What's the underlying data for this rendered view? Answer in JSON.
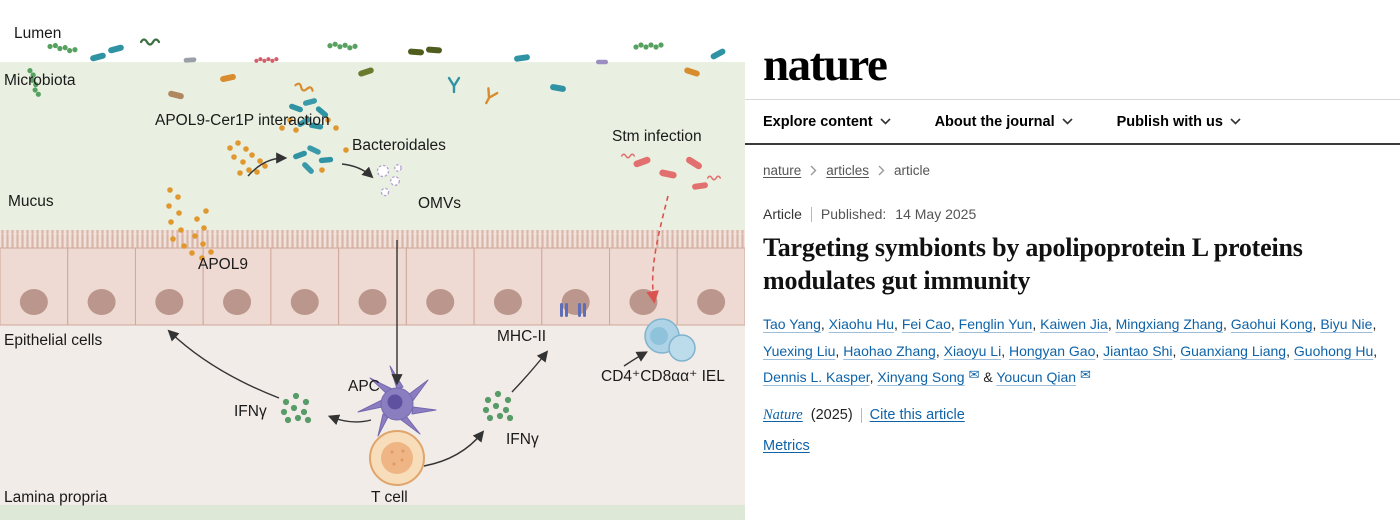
{
  "figure": {
    "labels": {
      "lumen": "Lumen",
      "microbiota": "Microbiota",
      "mucus": "Mucus",
      "epithelial_cells": "Epithelial cells",
      "lamina_propria": "Lamina propria",
      "apol9_cer1p": "APOL9-Cer1P interaction",
      "bacteroidales": "Bacteroidales",
      "stm_infection": "Stm infection",
      "omvs": "OMVs",
      "apol9": "APOL9",
      "mhc2": "MHC-II",
      "iel": "CD4⁺CD8αα⁺ IEL",
      "apc": "APC",
      "ifng": "IFNγ",
      "tcell": "T cell"
    },
    "colors": {
      "lumen_bg": "#ffffff",
      "mucus_bg": "#e9f0e1",
      "epithelium_fill": "#eedad2",
      "epithelium_stroke": "#cfa89a",
      "nucleus": "#bb968c",
      "lamina_bg": "#f2ece8",
      "bottom_band": "#dde9d6",
      "apol9_dot": "#e0982e",
      "bacteroidales_rod": "#2f93a3",
      "stm_rod": "#e2706f",
      "ifng_dot": "#579b68",
      "apc_fill": "#8a7ec0",
      "tcell_fill": "#f7ddb9",
      "iel_fill": "#aed3e6",
      "arrow": "#333333",
      "stm_arrow": "#d9534f"
    }
  },
  "page": {
    "logo_text": "nature",
    "nav": [
      {
        "label": "Explore content"
      },
      {
        "label": "About the journal"
      },
      {
        "label": "Publish with us"
      }
    ],
    "breadcrumb": {
      "items": [
        "nature",
        "articles",
        "article"
      ]
    },
    "meta": {
      "type": "Article",
      "published_prefix": "Published:",
      "published_date": "14 May 2025"
    },
    "title": "Targeting symbionts by apolipoprotein L proteins modulates gut immunity",
    "authors": [
      {
        "name": "Tao Yang"
      },
      {
        "name": "Xiaohu Hu"
      },
      {
        "name": "Fei Cao"
      },
      {
        "name": "Fenglin Yun"
      },
      {
        "name": "Kaiwen Jia"
      },
      {
        "name": "Mingxiang Zhang"
      },
      {
        "name": "Gaohui Kong"
      },
      {
        "name": "Biyu Nie"
      },
      {
        "name": "Yuexing Liu"
      },
      {
        "name": "Haohao Zhang"
      },
      {
        "name": "Xiaoyu Li"
      },
      {
        "name": "Hongyan Gao"
      },
      {
        "name": "Jiantao Shi"
      },
      {
        "name": "Guanxiang Liang"
      },
      {
        "name": "Guohong Hu"
      },
      {
        "name": "Dennis L. Kasper"
      },
      {
        "name": "Xinyang Song",
        "email": true
      },
      {
        "name": "Youcun Qian",
        "email": true
      }
    ],
    "author_separator": ", ",
    "author_ampersand": "&",
    "citation": {
      "journal": "Nature",
      "year": "(2025)",
      "cite_link": "Cite this article"
    },
    "metrics_link": "Metrics",
    "colors": {
      "link": "#0e63a8"
    }
  }
}
